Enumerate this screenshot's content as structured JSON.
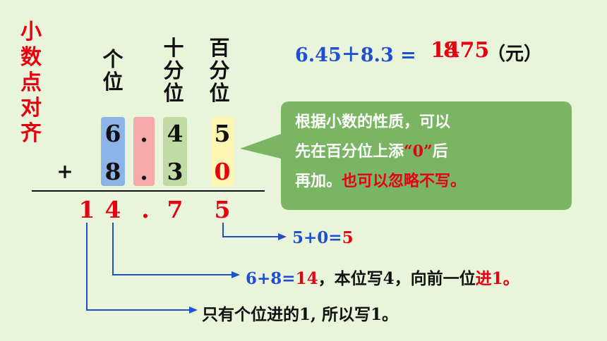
{
  "side_label": "小数点对齐",
  "place_labels": {
    "ones": "个位",
    "tenths": "十分位",
    "hundredths": "百分位"
  },
  "equation": {
    "expr": "6.45＋8.3 =",
    "result_a": "14",
    "result_b": ".75",
    "result_overlay": "8",
    "unit": "（元）"
  },
  "addend1": {
    "ones": "6",
    "dot": ".",
    "tenths": "4",
    "hundredths": "5"
  },
  "addend2": {
    "ones": "8",
    "dot": ".",
    "tenths": "3",
    "hundredths": "0"
  },
  "plus_sign": "+",
  "result": {
    "tens": "1",
    "ones": "4",
    "dot": ".",
    "tenths": "7",
    "hundredths": "5"
  },
  "bubble": {
    "line1": "根据小数的性质，可以",
    "line2a": "先在百分位上添",
    "line2b": "“0”",
    "line2c": "后",
    "line3a": "再加。",
    "line3b": "也可以忽略不写。"
  },
  "notes": {
    "n1": {
      "a": "5+0=",
      "b": "5"
    },
    "n2": {
      "a": "6+8=",
      "b": "14",
      "c": "，本位写4，向前一位",
      "d": "进",
      "e": "1",
      "f": "。"
    },
    "n3": {
      "a": "只有个位进的1, 所以写1。"
    }
  },
  "colors": {
    "background": "#e9f5da",
    "ones_column": "#8db4e8",
    "dot_column": "#f6a9a9",
    "tenths_column": "#c1dba5",
    "hundredths_column": "#fdf6b3",
    "bubble": "#79b562",
    "red": "#e60012",
    "blue": "#1f4fcf"
  }
}
